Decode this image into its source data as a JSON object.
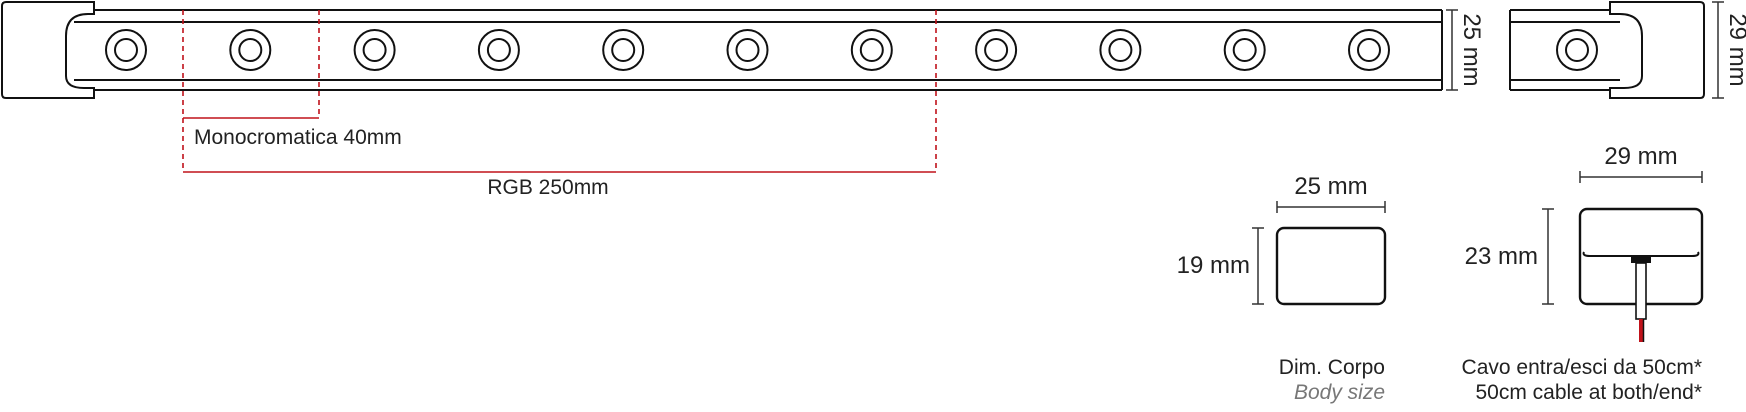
{
  "labels": {
    "mono_pitch": "Monocromatica 40mm",
    "rgb_pitch": "RGB 250mm",
    "strip_width": "25 mm",
    "endcap_width": "29 mm",
    "body_width": "25 mm",
    "body_height": "19 mm",
    "cap_width": "29 mm",
    "cap_height": "23 mm",
    "body_caption_it": "Dim. Corpo",
    "body_caption_en": "Body size",
    "cable_caption_it": "Cavo entra/esci da 50cm*",
    "cable_caption_en": "50cm cable at both/end*"
  },
  "colors": {
    "line": "#111111",
    "dimension_red": "#c0121a",
    "wire_red": "#c0121a",
    "caption_grey": "#777777"
  },
  "strip": {
    "led_count": 11,
    "endcap_led_count": 1
  }
}
